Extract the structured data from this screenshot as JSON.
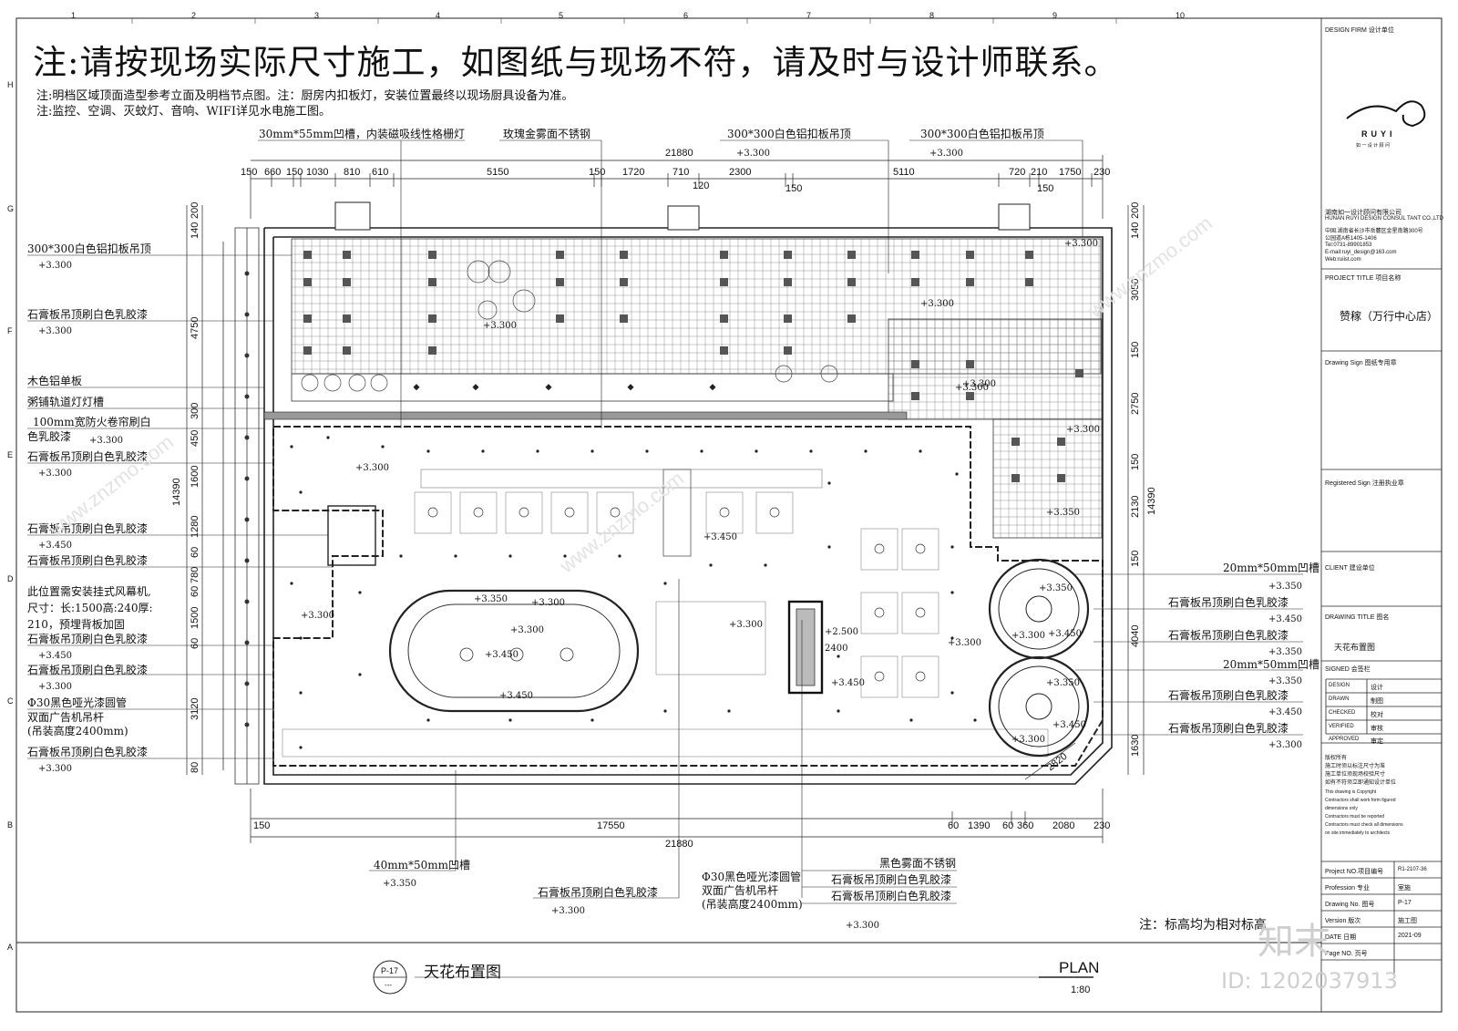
{
  "notes": {
    "headline": "注:请按现场实际尺寸施工，如图纸与现场不符，请及时与设计师联系。",
    "line1": "注:明档区域顶面造型参考立面及明档节点图。注：厨房内扣板灯，安装位置最终以现场厨具设备为准。",
    "line2": "注:监控、空调、灭蚊灯、音响、WIFI详见水电施工图。",
    "bottom_right": "注：标高均为相对标高"
  },
  "grid": {
    "columns": [
      "1",
      "2",
      "3",
      "4",
      "5",
      "6",
      "7",
      "8",
      "9",
      "10"
    ],
    "rows": [
      "H",
      "G",
      "F",
      "E",
      "D",
      "C",
      "B",
      "A"
    ]
  },
  "top_callouts": [
    {
      "text": "30mm*55mm凹槽，内装磁吸线性格栅灯"
    },
    {
      "text": "玫瑰金雾面不锈钢"
    },
    {
      "text": "300*300白色铝扣板吊顶",
      "elev": "+3.300"
    },
    {
      "text": "300*300白色铝扣板吊顶",
      "elev": "+3.300"
    }
  ],
  "left_callouts": [
    {
      "text": "300*300白色铝扣板吊顶",
      "elev": "+3.300"
    },
    {
      "text": "石膏板吊顶刷白色乳胶漆",
      "elev": "+3.300"
    },
    {
      "text": "木色铝单板"
    },
    {
      "text": "粥铺轨道灯灯槽"
    },
    {
      "text": "100mm宽防火卷帘刷白",
      "text2": "色乳胶漆",
      "elev": "+3.300"
    },
    {
      "text": "石膏板吊顶刷白色乳胶漆",
      "elev": "+3.300"
    },
    {
      "text": "石膏板吊顶刷白色乳胶漆",
      "elev": "+3.450"
    },
    {
      "text": "石膏板吊顶刷白色乳胶漆"
    },
    {
      "text": "此位置需安装挂式风幕机,"
    },
    {
      "text": "尺寸：长:1500高:240厚:"
    },
    {
      "text": "210，预埋背板加固"
    },
    {
      "text": "石膏板吊顶刷白色乳胶漆",
      "elev": "+3.450"
    },
    {
      "text": "石膏板吊顶刷白色乳胶漆",
      "elev": "+3.300"
    },
    {
      "text": "Φ30黑色哑光漆圆管"
    },
    {
      "text": "双面广告机吊杆"
    },
    {
      "text": "(吊装高度2400mm)"
    },
    {
      "text": "石膏板吊顶刷白色乳胶漆",
      "elev": "+3.300"
    }
  ],
  "right_callouts": [
    {
      "text": "20mm*50mm凹槽",
      "elev": "+3.350"
    },
    {
      "text": "石膏板吊顶刷白色乳胶漆",
      "elev": "+3.450"
    },
    {
      "text": "石膏板吊顶刷白色乳胶漆",
      "elev": "+3.350"
    },
    {
      "text": "20mm*50mm凹槽",
      "elev": "+3.350"
    },
    {
      "text": "石膏板吊顶刷白色乳胶漆",
      "elev": "+3.450"
    },
    {
      "text": "石膏板吊顶刷白色乳胶漆",
      "elev": "+3.300"
    }
  ],
  "bottom_callouts": [
    {
      "text": "40mm*50mm凹槽",
      "elev": "+3.350"
    },
    {
      "text": "石膏板吊顶刷白色乳胶漆",
      "elev": "+3.300"
    },
    {
      "text": "Φ30黑色哑光漆圆管"
    },
    {
      "text": "双面广告机吊杆"
    },
    {
      "text": "(吊装高度2400mm)"
    },
    {
      "text": "黑色雾面不锈钢"
    },
    {
      "text": "石膏板吊顶刷白色乳胶漆"
    },
    {
      "text": "石膏板吊顶刷白色乳胶漆",
      "elev": "+3.300"
    }
  ],
  "dims_top": {
    "overall": "21880",
    "segments": [
      "150",
      "660",
      "150",
      "1030",
      "810",
      "610",
      "5150",
      "150",
      "1720",
      "710",
      "120",
      "2300",
      "150",
      "5110",
      "720",
      "210",
      "150",
      "1750",
      "230"
    ]
  },
  "dims_bottom": {
    "overall": "21880",
    "segments": [
      "150",
      "17550",
      "60",
      "1390",
      "60",
      "360",
      "2080",
      "230"
    ],
    "diag": "2820"
  },
  "dims_left": {
    "overall": "14390",
    "segments": [
      "140",
      "200",
      "4750",
      "300",
      "450",
      "1600",
      "1280",
      "60",
      "780",
      "60",
      "1500",
      "60",
      "3120",
      "80"
    ]
  },
  "dims_right": {
    "overall": "14390",
    "segments": [
      "140",
      "200",
      "3050",
      "150",
      "2750",
      "150",
      "2130",
      "150",
      "4040",
      "1630"
    ]
  },
  "plan_elevs": [
    "+3.300",
    "+3.300",
    "+3.300",
    "+3.300",
    "+3.300",
    "+3.300",
    "+3.450",
    "+3.350",
    "+3.300",
    "+3.300",
    "+3.450",
    "+3.450",
    "+3.300",
    "+3.350",
    "+3.300",
    "+3.450",
    "+3.300",
    "+2.500",
    "2400",
    "+3.450",
    "+3.300",
    "+3.350",
    "+3.300",
    "+3.450",
    "+3.350",
    "+3.300"
  ],
  "title_block": {
    "design_firm": "DESIGN FIRM  设计单位",
    "logo_text": "RUYI",
    "logo_sub": "如  一  设  计  顾  问",
    "company_cn": "湖南如一设计顾问有限公司",
    "company_en": "HUNAN RUYI DESIGN CONSUL TANT CO.,LTD",
    "address1": "中国.湖南省长沙市岳麓区金星南路300号",
    "address2": "公园道A栋1405-1406",
    "tel": "Tel:0731-89901853",
    "email": "E-mail:ruyi_design@163.com",
    "web": "Web:ruiist.com",
    "project_title_label": "PROJECT TITLE  项目名称",
    "project_title": "赞稼（万行中心店）",
    "drawing_sign": "Drawing Sign  图纸专用章",
    "registered_sign": "Registered Sign  注册执业章",
    "client": "CLIENT  建设单位",
    "drawing_title_label": "DRAWING TITLE  图名",
    "drawing_title": "天花布置图",
    "signed": "SIGNED   会签栏",
    "roles": [
      {
        "en": "DESIGN",
        "cn": "设计"
      },
      {
        "en": "DRAWN",
        "cn": "制图"
      },
      {
        "en": "CHECKED",
        "cn": "校对"
      },
      {
        "en": "VERIFIED",
        "cn": "审核"
      },
      {
        "en": "APPROVED",
        "cn": "审定"
      }
    ],
    "rights": [
      "版权所有",
      "施工时须以标注尺寸为准",
      "施工单位须现场校验尺寸",
      "如有不符须立即通知设计单位"
    ],
    "rights_en": [
      "This drawing is Copyright",
      "Contractors shall work form figured",
      "dimensions only",
      "Contractors must be reported",
      "Contractors must check all dimensions",
      "on site immediately to architects"
    ],
    "project_no_label": "Project NO.项目编号",
    "project_no": "R1-2107-36",
    "profession_label": "Profession    专业",
    "profession": "室施",
    "drawing_no_label": "Drawing No.  图号",
    "drawing_no": "P-17",
    "version_label": "Version       版次",
    "version": "施工图",
    "date_label": "DATE          日期",
    "date": "2021-09",
    "page_label": "Page NO.      页号"
  },
  "drawing": {
    "tag": "P-17",
    "tag_sub": "---",
    "title": "天花布置图",
    "plan": "PLAN",
    "scale": "1:80"
  },
  "watermark": {
    "site": "www.znzmo.com",
    "brand": "知末",
    "id": "ID: 1202037913"
  }
}
